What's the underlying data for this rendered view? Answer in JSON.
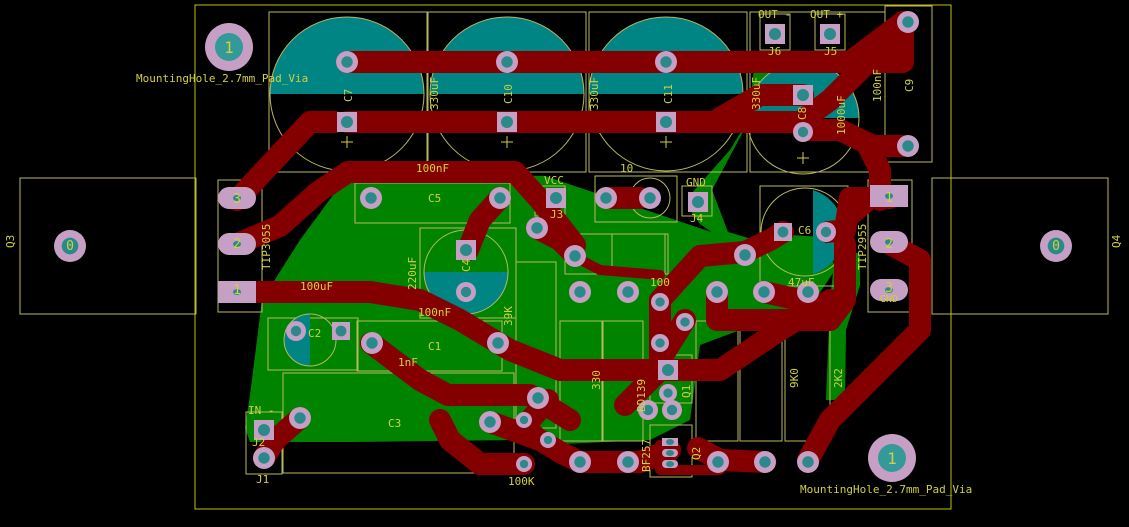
{
  "colors": {
    "background": "#000000",
    "board_edge": "#c2c200",
    "fab_line": "#b8b860",
    "silk": "#d0d040",
    "trace_red": "#840000",
    "fill_green": "#008400",
    "pad_pink": "#c69fc4",
    "pad_teal": "#339999",
    "cap_teal": "#008484",
    "drill": "#2a8a8a"
  },
  "labels": {
    "mounting_hole_top": "MountingHole_2.7mm_Pad_Via",
    "mounting_hole_bottom": "MountingHole_2.7mm_Pad_Via",
    "mh_pad_num_top": "1",
    "mh_pad_num_bottom": "1",
    "out_minus": "OUT -",
    "out_plus": "OUT +",
    "j6": "J6",
    "j5": "J5",
    "c9": "C9",
    "c9_val": "100nF",
    "c8": "C8",
    "c8_val": "1000uF",
    "c7": "C7",
    "c7_val": "330uF",
    "c10": "C10",
    "c10_val": "330uF",
    "c11": "C11",
    "c11_val": "330uF",
    "val_100nf_top": "100nF",
    "val_10": "10",
    "q3": "Q3",
    "q3_part": "TIP3055",
    "q4": "Q4",
    "q4_part": "TIP2955",
    "pin3_left": "3",
    "pin2_left": "2",
    "pin1_left": "1",
    "pin1_right": "1",
    "pin2_right": "2",
    "pin3_right": "3",
    "pin_gnd": "GND",
    "hole_num_q3": "0",
    "hole_num_q4": "0",
    "c5": "C5",
    "vcc": "VCC",
    "j3": "J3",
    "gnd": "GND",
    "j4": "J4",
    "c6": "C6",
    "val_47uf": "47uF",
    "c4_val": "220uF",
    "c4": "C4",
    "val_100uf": "100uF",
    "c2": "C2",
    "val_100nf_mid": "100nF",
    "c1": "C1",
    "val_39k": "39K",
    "val_100": "100",
    "c3": "C3",
    "in_minus": "IN -",
    "j2": "J2",
    "j1": "J1",
    "val_100k": "100K",
    "bd139": "BD139",
    "q1": "Q1",
    "q2": "Q2",
    "r_330": "330",
    "r_9k0": "9K0",
    "r_2k2": "2K2",
    "bf_part": "BF257",
    "val_1nf": "1nF"
  }
}
